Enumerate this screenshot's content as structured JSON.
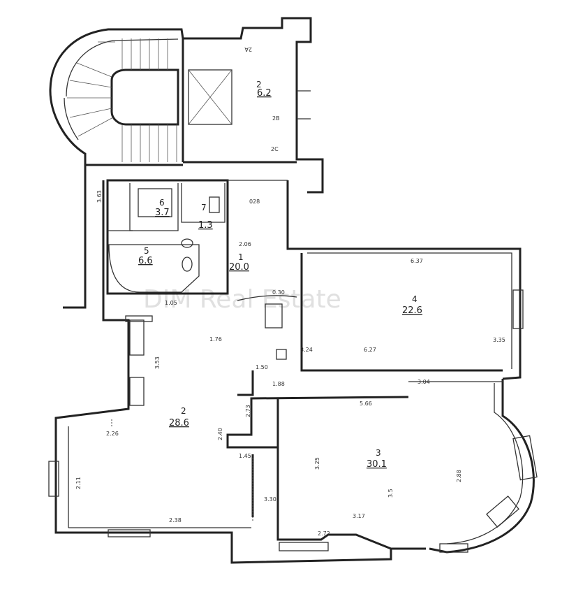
{
  "watermark": "DIM Real Estate",
  "rooms": [
    {
      "id": "room-1",
      "num": "1",
      "area": "20.0"
    },
    {
      "id": "room-2",
      "num": "2",
      "area": "28.6"
    },
    {
      "id": "room-3",
      "num": "3",
      "area": "30.1"
    },
    {
      "id": "room-4",
      "num": "4",
      "area": "22.6"
    },
    {
      "id": "room-5",
      "num": "5",
      "area": "6.6"
    },
    {
      "id": "room-6",
      "num": "6",
      "area": "3.7"
    },
    {
      "id": "room-7",
      "num": "7",
      "area": "1.3"
    },
    {
      "id": "room-stair",
      "num": "2",
      "area": "6.2"
    }
  ],
  "dims": {
    "d_2a": "2A",
    "d_2b": "2B",
    "d_2c": "2C",
    "d_028": "028",
    "d_637": "6.37",
    "d_627": "6.27",
    "d_324": "3.24",
    "d_335": "3.35",
    "d_304": "3.04",
    "d_566": "5.66",
    "d_325": "3.25",
    "d_288": "2.88",
    "d_35": "3.5",
    "d_317": "3.17",
    "d_272": "2.72",
    "d_330": "3.30",
    "d_145": "1.45",
    "d_238": "2.38",
    "d_211": "2.11",
    "d_226": "2.26",
    "d_353": "3.53",
    "d_176": "1.76",
    "d_363": "3.63",
    "d_273": "2.73",
    "d_240": "2.40",
    "d_150": "1.50",
    "d_188": "1.88",
    "d_206": "2.06",
    "d_030": "0.30",
    "d_105": "1.05"
  }
}
